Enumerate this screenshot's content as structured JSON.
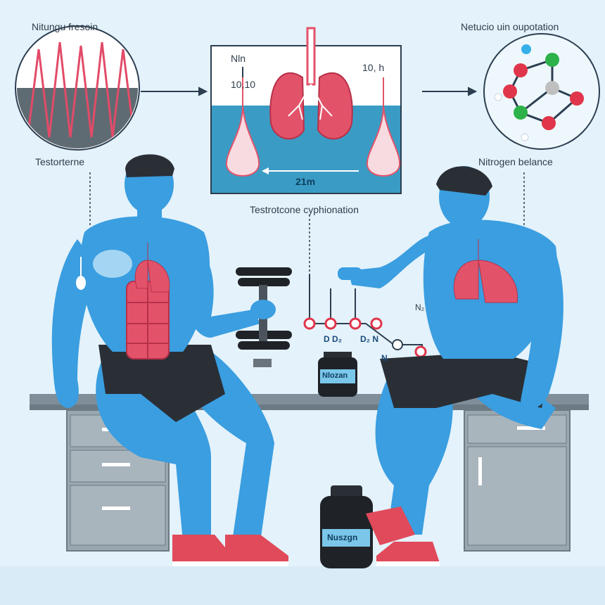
{
  "labels": {
    "top_left": "Nitungu fresoin",
    "top_right": "Netucio uin oupotation",
    "left_mid": "Testorterne",
    "right_mid": "Nitrogen belance",
    "center_caption": "Testrotcone cyphionation",
    "panel_left_top": "Nln",
    "panel_left_value": "10,10",
    "panel_right_value": "10, h",
    "panel_bottom": "21m",
    "chain_label_1": "D D₂",
    "chain_label_2": "D₂ N",
    "chain_label_3": "N",
    "chain_label_4": "N₂",
    "bottle_small": "Nlozan",
    "bottle_big": "Nuszgn"
  },
  "colors": {
    "background": "#e4f2fb",
    "skin": "#3a9ee0",
    "shorts": "#2a2f36",
    "shoes": "#e04a5a",
    "desk": "#7f8e99",
    "lung": "#e2536a",
    "water": "#3a9cc4"
  }
}
